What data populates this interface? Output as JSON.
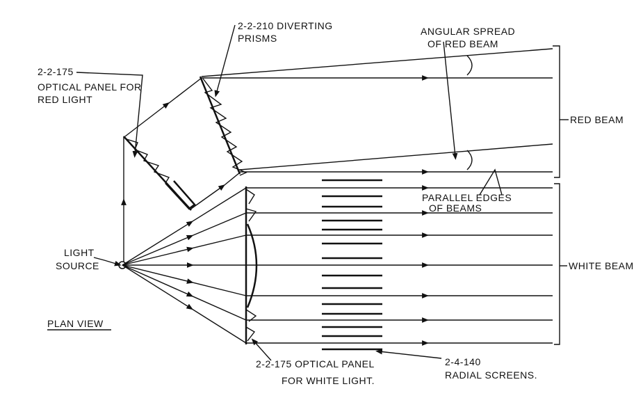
{
  "title": "PLAN VIEW",
  "labels": {
    "red_panel_code": "2-2-175",
    "red_panel_l1": "OPTICAL PANEL FOR",
    "red_panel_l2": "RED LIGHT",
    "prisms_l1": "2-2-210 DIVERTING",
    "prisms_l2": "PRISMS",
    "spread_l1": "ANGULAR SPREAD",
    "spread_l2": "OF RED BEAM",
    "red_beam": "RED BEAM",
    "parallel_l1": "PARALLEL EDGES",
    "parallel_l2": "OF BEAMS",
    "white_beam": "WHITE BEAM",
    "source_l1": "LIGHT",
    "source_l2": "SOURCE",
    "white_panel_l1": "2-2-175 OPTICAL PANEL",
    "white_panel_l2": "FOR WHITE LIGHT.",
    "screens_l1": "2-4-140",
    "screens_l2": "RADIAL SCREENS."
  }
}
